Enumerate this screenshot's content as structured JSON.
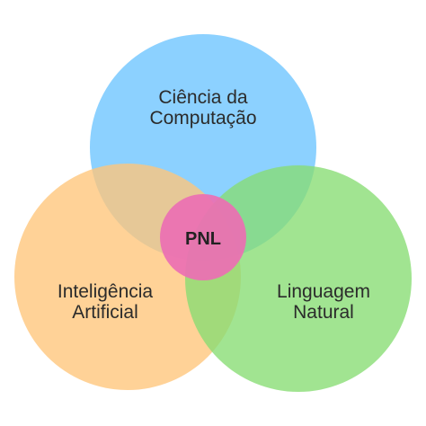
{
  "sets": {
    "top": {
      "line1": "Ciência da",
      "line2": "Computação",
      "color": "#6cc4ff"
    },
    "left": {
      "line1": "Inteligência",
      "line2": "Artificial",
      "color": "#ffc57a"
    },
    "right": {
      "line1": "Linguagem",
      "line2": "Natural",
      "color": "#86dc72"
    }
  },
  "center": {
    "label": "PNL",
    "color": "#ec6fb3"
  }
}
